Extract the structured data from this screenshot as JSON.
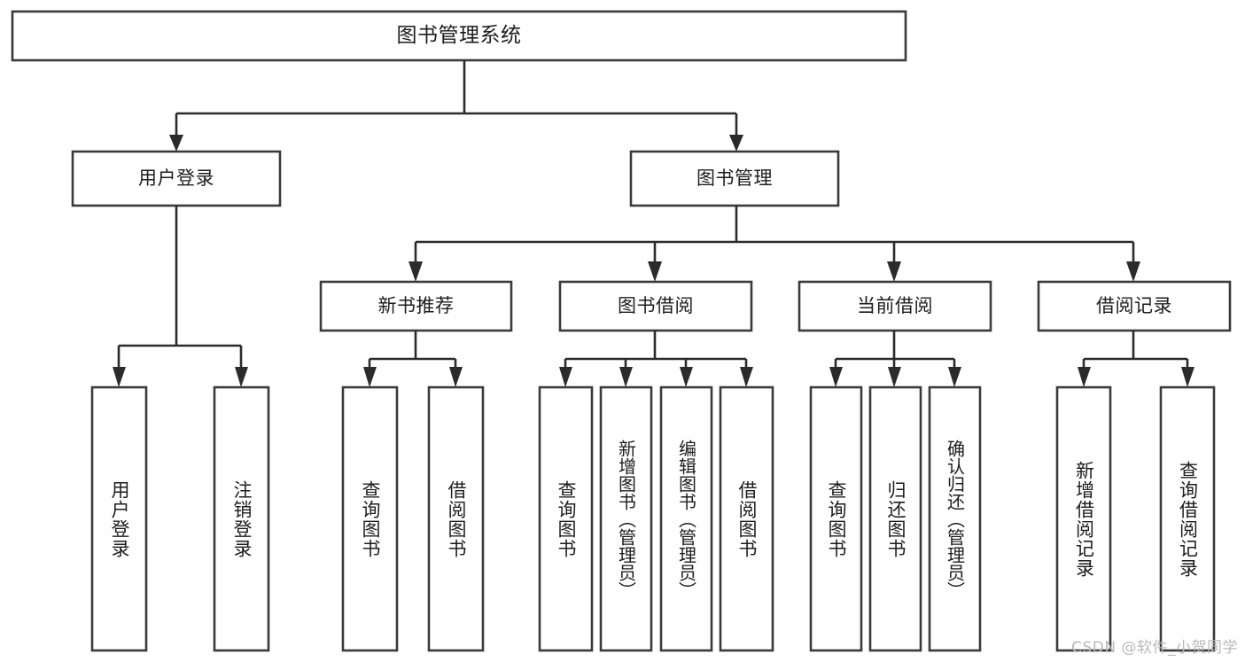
{
  "diagram": {
    "type": "tree-hierarchy",
    "title": "图书管理系统",
    "watermark": "CSDN @软件_小贺同学",
    "colors": {
      "box_fill": "#ffffff",
      "box_stroke": "#3a3a3a",
      "connector": "#2b2b2b",
      "text": "#1d1d1d",
      "watermark": "#b9b9b9",
      "background": "#ffffff"
    },
    "levels": {
      "root": "图书管理系统",
      "level2": [
        "用户登录",
        "图书管理"
      ],
      "level3": [
        "新书推荐",
        "图书借阅",
        "当前借阅",
        "借阅记录"
      ],
      "level4": [
        "用户登录",
        "注销登录",
        "查询图书",
        "借阅图书",
        "查询图书",
        "新增图书（管理员）",
        "编辑图书（管理员）",
        "借阅图书",
        "查询图书",
        "归还图书",
        "确认归还（管理员）",
        "新增借阅记录",
        "查询借阅记录"
      ]
    },
    "nodes": {
      "root": {
        "label": "图书管理系统"
      },
      "user_login": {
        "label": "用户登录"
      },
      "book_manage": {
        "label": "图书管理"
      },
      "new_book_rec": {
        "label": "新书推荐"
      },
      "book_borrow": {
        "label": "图书借阅"
      },
      "current_borrow": {
        "label": "当前借阅"
      },
      "borrow_record": {
        "label": "借阅记录"
      },
      "leaf_user_login": {
        "label": "用户登录"
      },
      "leaf_user_logout": {
        "label": "注销登录"
      },
      "leaf_query_book_1": {
        "label": "查询图书"
      },
      "leaf_borrow_book_1": {
        "label": "借阅图书"
      },
      "leaf_query_book_2": {
        "label": "查询图书"
      },
      "leaf_add_book": {
        "label": "新增图书（管理员）"
      },
      "leaf_edit_book": {
        "label": "编辑图书（管理员）"
      },
      "leaf_borrow_book_2": {
        "label": "借阅图书"
      },
      "leaf_query_book_3": {
        "label": "查询图书"
      },
      "leaf_return_book": {
        "label": "归还图书"
      },
      "leaf_confirm_return": {
        "label": "确认归还（管理员）"
      },
      "leaf_add_record": {
        "label": "新增借阅记录"
      },
      "leaf_query_record": {
        "label": "查询借阅记录"
      }
    },
    "edges": [
      {
        "from": "root",
        "to": "user_login"
      },
      {
        "from": "root",
        "to": "book_manage"
      },
      {
        "from": "user_login",
        "to": "leaf_user_login"
      },
      {
        "from": "user_login",
        "to": "leaf_user_logout"
      },
      {
        "from": "book_manage",
        "to": "new_book_rec"
      },
      {
        "from": "book_manage",
        "to": "book_borrow"
      },
      {
        "from": "book_manage",
        "to": "current_borrow"
      },
      {
        "from": "book_manage",
        "to": "borrow_record"
      },
      {
        "from": "new_book_rec",
        "to": "leaf_query_book_1"
      },
      {
        "from": "new_book_rec",
        "to": "leaf_borrow_book_1"
      },
      {
        "from": "book_borrow",
        "to": "leaf_query_book_2"
      },
      {
        "from": "book_borrow",
        "to": "leaf_add_book"
      },
      {
        "from": "book_borrow",
        "to": "leaf_edit_book"
      },
      {
        "from": "book_borrow",
        "to": "leaf_borrow_book_2"
      },
      {
        "from": "current_borrow",
        "to": "leaf_query_book_3"
      },
      {
        "from": "current_borrow",
        "to": "leaf_return_book"
      },
      {
        "from": "current_borrow",
        "to": "leaf_confirm_return"
      },
      {
        "from": "borrow_record",
        "to": "leaf_add_record"
      },
      {
        "from": "borrow_record",
        "to": "leaf_query_record"
      }
    ]
  }
}
